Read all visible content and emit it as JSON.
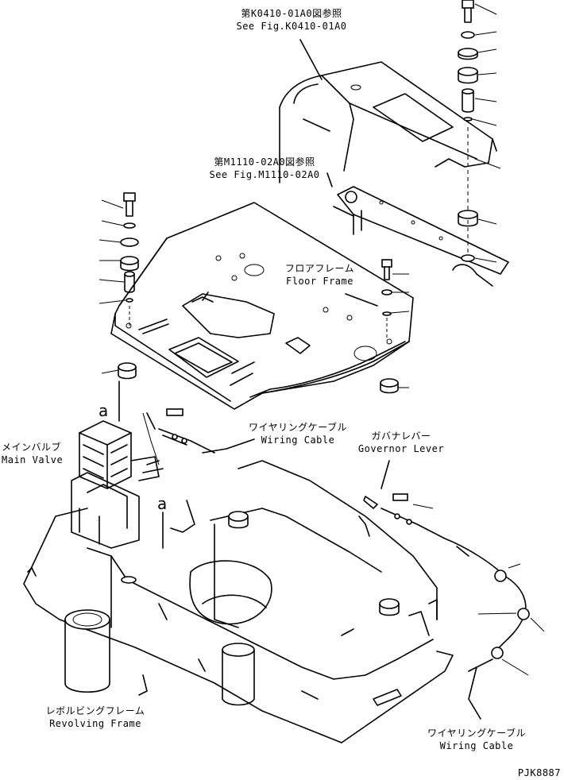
{
  "labels": {
    "ref1_jp": "第K0410-01A0図参照",
    "ref1_en": "See Fig.K0410-01A0",
    "ref2_jp": "第M1110-02A0図参照",
    "ref2_en": "See Fig.M1110-02A0",
    "floor_jp": "フロアフレーム",
    "floor_en": "Floor Frame",
    "valve_jp": "メインバルブ",
    "valve_en": "Main Valve",
    "wiring1_jp": "ワイヤリングケーブル",
    "wiring1_en": "Wiring Cable",
    "governor_jp": "ガバナレバー",
    "governor_en": "Governor Lever",
    "revolving_jp": "レボルビングフレーム",
    "revolving_en": "Revolving Frame",
    "wiring2_jp": "ワイヤリングケーブル",
    "wiring2_en": "Wiring Cable",
    "mark_a": "a",
    "code": "PJK8887"
  }
}
